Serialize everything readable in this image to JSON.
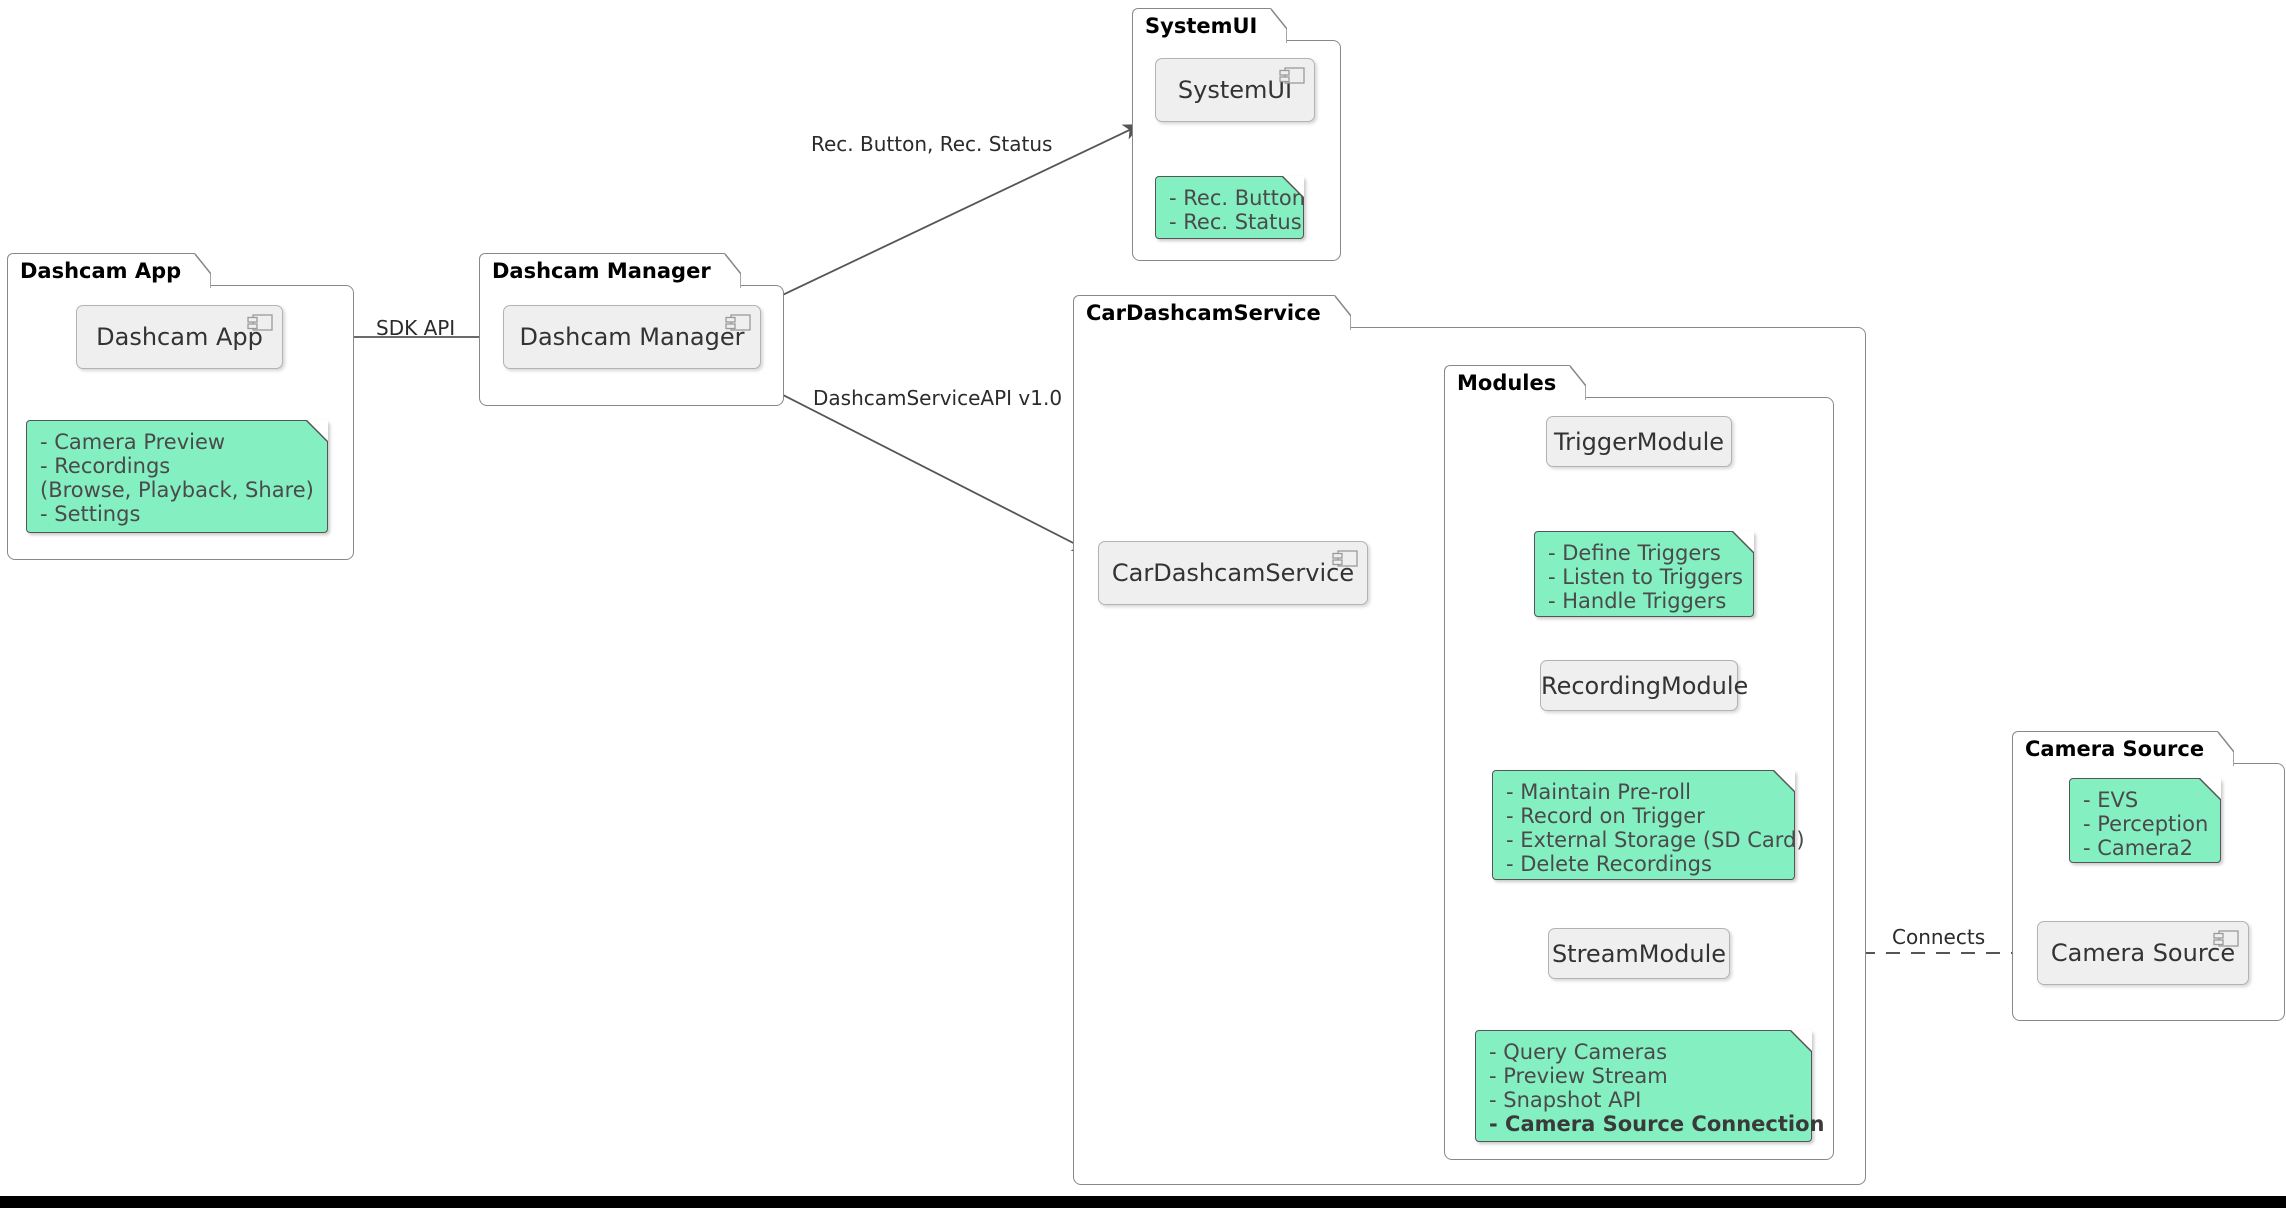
{
  "diagram": {
    "kind": "uml-component-diagram",
    "background": "#ffffff",
    "note_fill": "#84efc1",
    "component_fill": "#efefef",
    "line_color": "#555555"
  },
  "packages": {
    "dashcam_app": {
      "title": "Dashcam App"
    },
    "dashcam_manager": {
      "title": "Dashcam Manager"
    },
    "system_ui": {
      "title": "SystemUI"
    },
    "car_dashcam_service": {
      "title": "CarDashcamService"
    },
    "modules": {
      "title": "Modules"
    },
    "camera_source": {
      "title": "Camera Source"
    }
  },
  "components": {
    "dashcam_app": {
      "label": "Dashcam App",
      "icon": "uml-component-icon"
    },
    "dashcam_manager": {
      "label": "Dashcam Manager",
      "icon": "uml-component-icon"
    },
    "system_ui": {
      "label": "SystemUI",
      "icon": "uml-component-icon"
    },
    "car_dashcam_service": {
      "label": "CarDashcamService",
      "icon": "uml-component-icon"
    },
    "trigger_module": {
      "label": "TriggerModule"
    },
    "recording_module": {
      "label": "RecordingModule"
    },
    "stream_module": {
      "label": "StreamModule"
    },
    "camera_source": {
      "label": "Camera Source",
      "icon": "uml-component-icon"
    }
  },
  "notes": {
    "dashcam_app": {
      "lines": [
        "- Camera Preview",
        "- Recordings",
        "  (Browse, Playback, Share)",
        "- Settings"
      ]
    },
    "system_ui": {
      "lines": [
        "- Rec. Button",
        "- Rec. Status"
      ]
    },
    "trigger_module": {
      "lines": [
        "- Define Triggers",
        "- Listen to Triggers",
        "- Handle Triggers"
      ]
    },
    "recording_module": {
      "lines": [
        "- Maintain Pre-roll",
        "- Record on Trigger",
        "- External Storage (SD Card)",
        "- Delete Recordings"
      ]
    },
    "stream_module": {
      "lines": [
        "- Query Cameras",
        "- Preview Stream",
        "- Snapshot API"
      ],
      "bold_line": "- Camera Source Connection"
    },
    "camera_source": {
      "lines": [
        "- EVS",
        "- Perception",
        "- Camera2"
      ]
    }
  },
  "edges": {
    "sdk_api": {
      "label": "SDK API"
    },
    "rec_button_status": {
      "label": "Rec. Button, Rec. Status"
    },
    "dashcam_service_api": {
      "label": "DashcamServiceAPI v1.0"
    },
    "connects": {
      "label": "Connects"
    }
  }
}
